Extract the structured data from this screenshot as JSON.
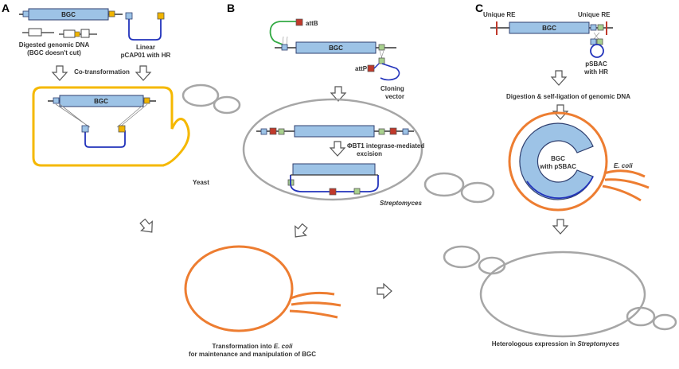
{
  "colors": {
    "gene_fill": "#9dc3e6",
    "gene_stroke": "#2f3f6f",
    "yeast": "#f5b800",
    "ecoli": "#ed7d31",
    "streptomyces": "#a6a6a6",
    "vector": "#2233bb",
    "attb_plasmid": "#33aa44",
    "att_site": "#c0392b",
    "hr_square": "#9dc3e6",
    "homology_square": "#f0b400",
    "linker_square": "#a9d18e"
  },
  "panels": {
    "a": "A",
    "b": "B",
    "c": "C"
  },
  "panel_a": {
    "bgc_label": "BGC",
    "digest_label_line1": "Digested genomic DNA",
    "digest_label_line2": "(BGC doesn't cut)",
    "vector_label_line1": "Linear",
    "vector_label_line2": "pCAP01 with HR",
    "cotransformation": "Co-transformation",
    "bgc_label_2": "BGC",
    "host_label": "Yeast"
  },
  "panel_b": {
    "attb_label": "attB",
    "bgc_label": "BGC",
    "attp_label": "attP",
    "vector_label_line1": "Cloning",
    "vector_label_line2": "vector",
    "excision_line1": "ΦBT1 integrase-mediated",
    "excision_line2": "excision",
    "host_label": "Streptomyces"
  },
  "panel_c": {
    "re_left": "Unique RE",
    "re_right": "Unique RE",
    "bgc_label": "BGC",
    "vector_label_line1": "pSBAC",
    "vector_label_line2": "with HR",
    "digestion_step": "Digestion & self-ligation of genomic DNA",
    "circle_label_line1": "BGC",
    "circle_label_line2": "with pSBAC",
    "host_label": "E. coli",
    "final_label_prefix": "Heterologous expression in ",
    "final_label_italic": "Streptomyces"
  },
  "bottom": {
    "transform_prefix": "Transformation into ",
    "transform_italic": "E. coli",
    "transform_line2": "for maintenance and manipulation of BGC"
  }
}
